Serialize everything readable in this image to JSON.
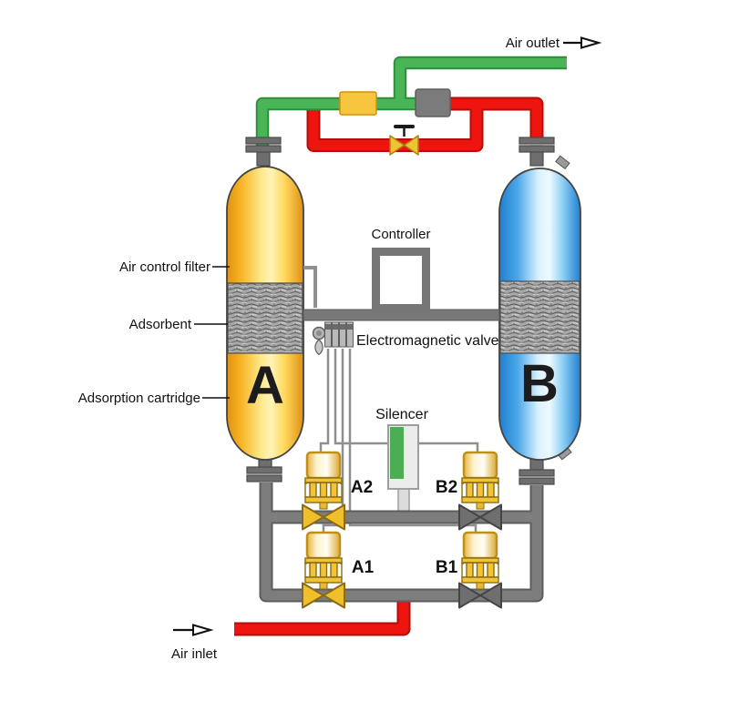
{
  "labels": {
    "air_outlet": "Air outlet",
    "air_inlet": "Air inlet",
    "controller": "Controller",
    "electromagnetic_valve": "Electromagnetic valve",
    "silencer": "Silencer",
    "air_control_filter": "Air control filter",
    "adsorbent": "Adsorbent",
    "adsorption_cartridge": "Adsorption cartridge"
  },
  "towers": {
    "a": "A",
    "b": "B"
  },
  "valves": {
    "a1": "A1",
    "a2": "A2",
    "b1": "B1",
    "b2": "B2"
  },
  "colors": {
    "dry_air_pipe_green": "#49b557",
    "wet_air_pipe_red": "#e8130e",
    "pipe_gray": "#7d7d7d",
    "tower_a_yellow": "#f6b423",
    "tower_b_blue": "#4aa6e8",
    "valve_yellow": "#f0c02c",
    "silencer_green": "#4cae52"
  }
}
